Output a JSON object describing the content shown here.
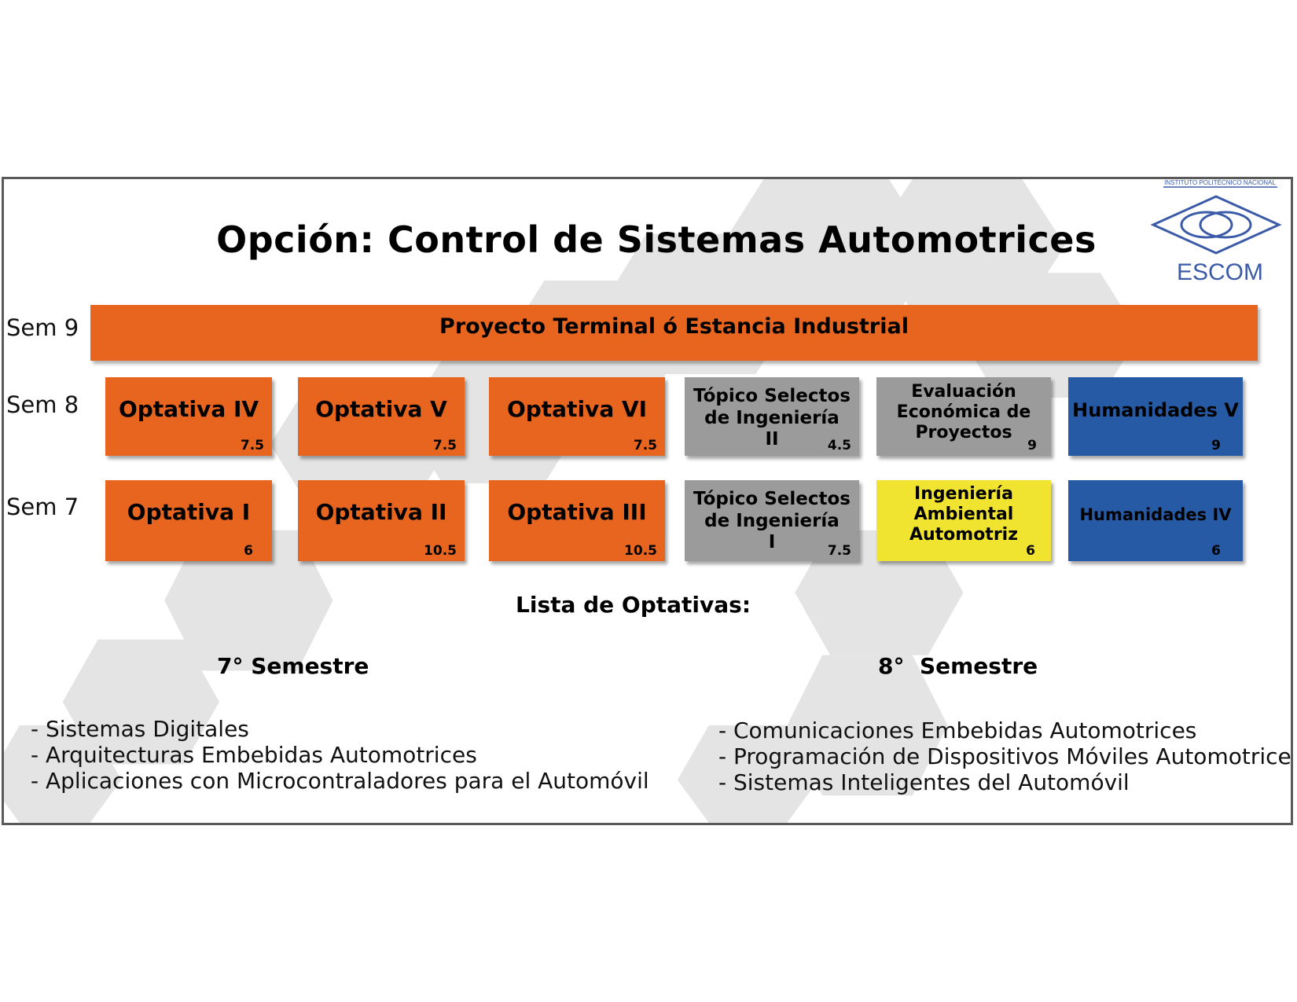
{
  "title": "Opción: Control de Sistemas Automotrices",
  "logo": {
    "top_text": "INSTITUTO POLITÉCNICO NACIONAL",
    "name": "ESCOM"
  },
  "semesters": {
    "sem9": {
      "label": "Sem 9",
      "courses": [
        {
          "name": "Proyecto Terminal ó Estancia Industrial",
          "color": "#e8651f"
        }
      ]
    },
    "sem8": {
      "label": "Sem 8",
      "courses": [
        {
          "name": "Optativa IV",
          "credits": "7.5",
          "color": "#e8651f"
        },
        {
          "name": "Optativa V",
          "credits": "7.5",
          "color": "#e8651f"
        },
        {
          "name": "Optativa VI",
          "credits": "7.5",
          "color": "#e8651f"
        },
        {
          "name": "Tópico Selectos de Ingeniería II",
          "line1": "Tópico Selectos",
          "line2": "de Ingeniería",
          "line3": "II",
          "credits": "4.5",
          "color": "#9b9b9b"
        },
        {
          "name": "Evaluación Económica de Proyectos",
          "line1": "Evaluación",
          "line2": "Económica de",
          "line3": "Proyectos",
          "credits": "9",
          "color": "#9b9b9b"
        },
        {
          "name": "Humanidades V",
          "credits": "9",
          "color": "#275aa4"
        }
      ]
    },
    "sem7": {
      "label": "Sem 7",
      "courses": [
        {
          "name": "Optativa I",
          "credits": "6",
          "color": "#e8651f"
        },
        {
          "name": "Optativa II",
          "credits": "10.5",
          "color": "#e8651f"
        },
        {
          "name": "Optativa III",
          "credits": "10.5",
          "color": "#e8651f"
        },
        {
          "name": "Tópico Selectos de Ingeniería I",
          "line1": "Tópico Selectos",
          "line2": "de Ingeniería",
          "line3": "I",
          "credits": "7.5",
          "color": "#9b9b9b"
        },
        {
          "name": "Ingeniería Ambiental Automotriz",
          "line1": "Ingeniería",
          "line2": "Ambiental",
          "line3": "Automotriz",
          "credits": "6",
          "color": "#f1e430"
        },
        {
          "name": "Humanidades IV",
          "credits": "6",
          "color": "#275aa4"
        }
      ]
    }
  },
  "optativas": {
    "heading": "Lista de Optativas:",
    "sem7": {
      "heading": "7° Semestre",
      "items": [
        "- Sistemas Digitales",
        "- Arquitecturas Embebidas Automotrices",
        "- Aplicaciones con Microcontraladores para el Automóvil"
      ]
    },
    "sem8": {
      "heading": "8°  Semestre",
      "items": [
        "- Comunicaciones Embebidas Automotrices",
        "- Programación de Dispositivos Móviles Automotrices",
        "- Sistemas Inteligentes del Automóvil"
      ]
    }
  }
}
